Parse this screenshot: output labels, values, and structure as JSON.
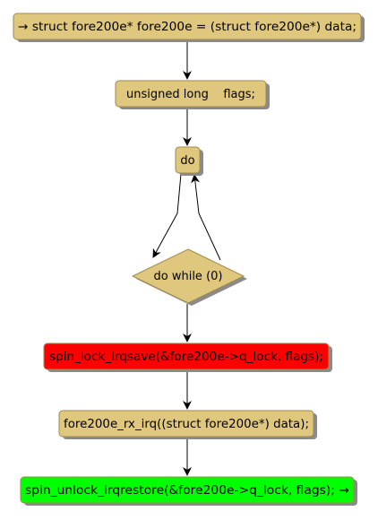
{
  "colors": {
    "node_fill": "#e0c77e",
    "node_stroke": "#a08a4e",
    "shadow": "#8a8a8a",
    "edge": "#000000",
    "lock_fill": "#ff0000",
    "unlock_fill": "#00ff00"
  },
  "nodes": {
    "n1": "→ struct fore200e* fore200e = (struct fore200e*) data;",
    "n2": "unsigned long    flags;",
    "n3": "do",
    "n4": "do while (0)",
    "n5": "spin_lock_irqsave(&fore200e->q_lock, flags);",
    "n6": "fore200e_rx_irq((struct fore200e*) data);",
    "n7": "spin_unlock_irqrestore(&fore200e->q_lock, flags); →"
  }
}
